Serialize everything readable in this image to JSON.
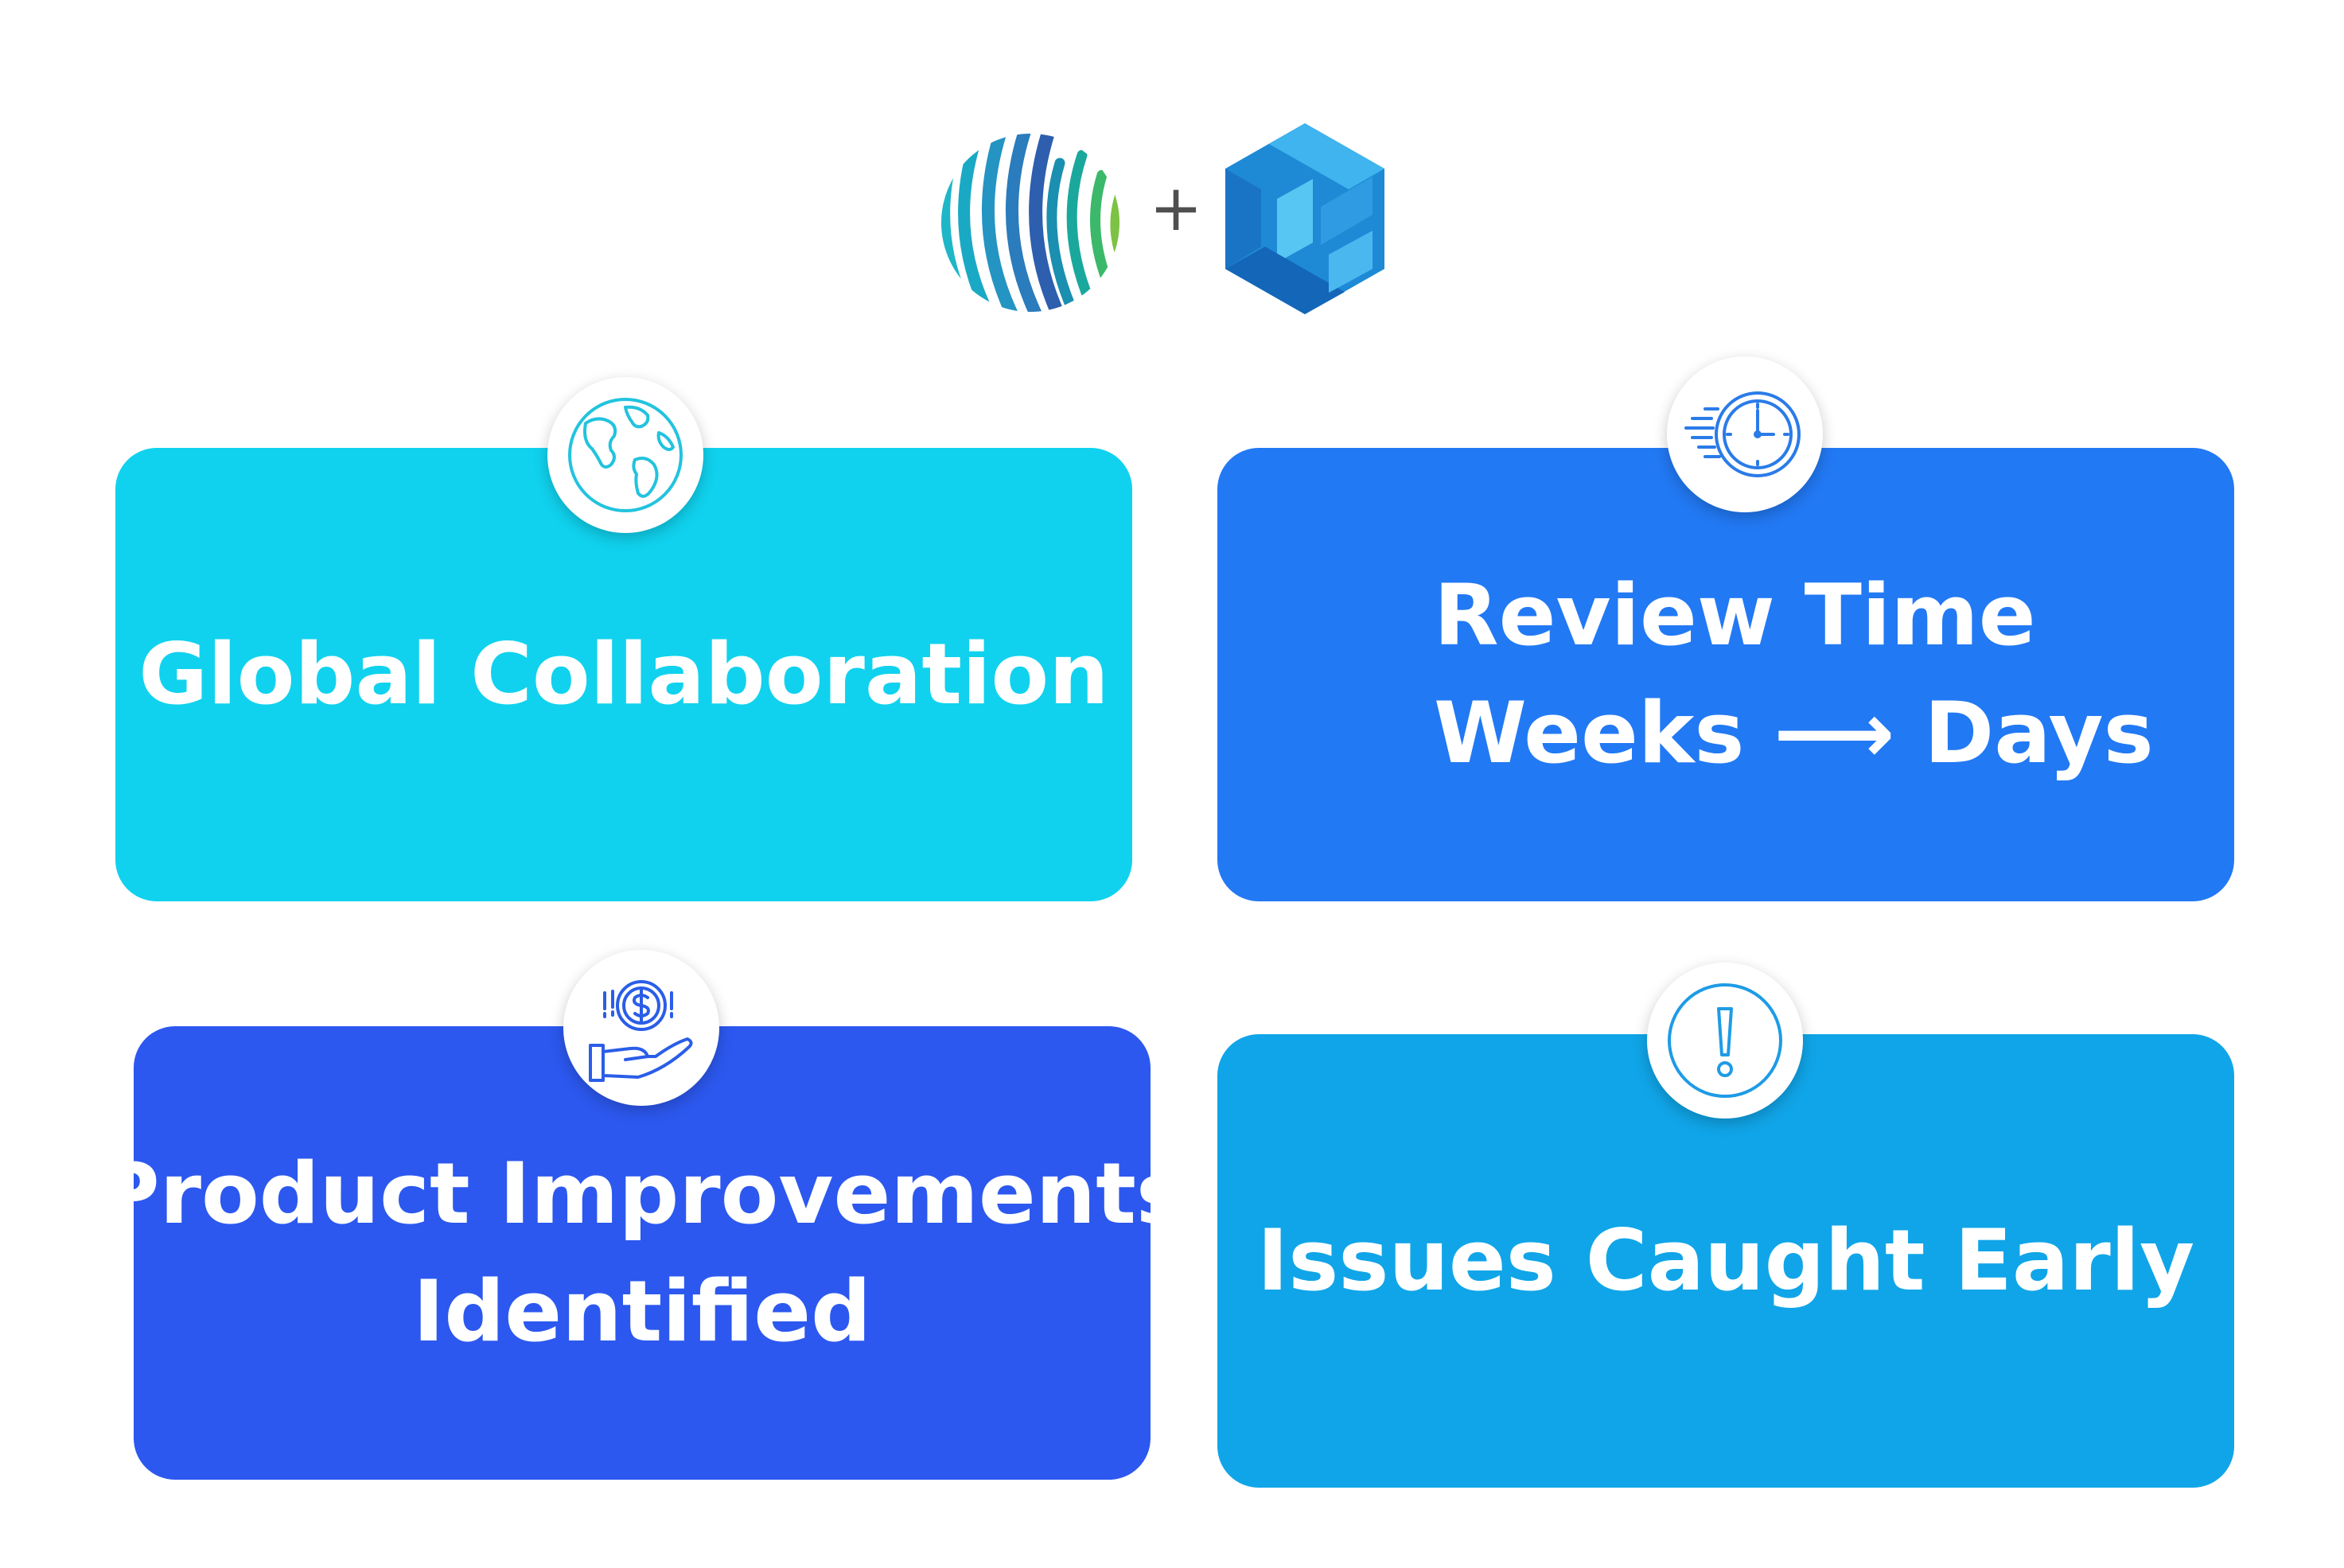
{
  "header": {
    "plus_symbol": "+",
    "left_logo_icon": "striped-circle-logo-icon",
    "right_logo_icon": "blue-cube-logo-icon"
  },
  "colors": {
    "global_card": "#10d2ee",
    "review_card": "#2279f4",
    "product_card": "#2c58ef",
    "issues_card": "#10a5e8",
    "icon_stroke": "#2a7be8"
  },
  "cards": [
    {
      "id": "global-collaboration",
      "icon": "globe-icon",
      "lines": [
        "Global Collaboration"
      ]
    },
    {
      "id": "review-time",
      "icon": "fast-clock-icon",
      "lines": [
        "Review Time",
        "Weeks ⟶ Days"
      ]
    },
    {
      "id": "product-improvements",
      "icon": "hand-dollar-coin-icon",
      "lines": [
        "Product Improvements",
        "Identified"
      ]
    },
    {
      "id": "issues-caught-early",
      "icon": "exclamation-circle-icon",
      "lines": [
        "Issues Caught Early"
      ]
    }
  ]
}
